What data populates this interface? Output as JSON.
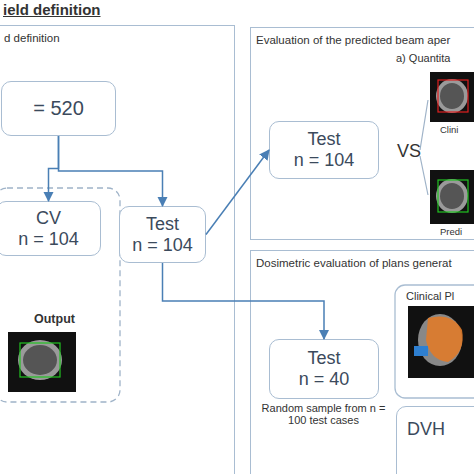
{
  "diagram": {
    "title": "ield definition",
    "nodes": [
      {
        "text": [
          "d definition"
        ]
      },
      {
        "text": [
          "= 520"
        ],
        "in": 0
      },
      {
        "text": [
          "CV",
          "n = 104"
        ],
        "in": 0
      },
      {
        "text": [
          "Test",
          "n = 104"
        ],
        "in": 0
      },
      {
        "text": [
          "Evaluation of the predicted beam aper"
        ]
      },
      {
        "text": [
          "Test",
          "n = 104"
        ],
        "in": 4
      },
      {
        "text": [
          "Dosimetric evaluation of plans generat"
        ]
      },
      {
        "text": [
          "Test",
          "n = 40"
        ],
        "in": 6
      },
      {
        "text": [
          "DVH"
        ],
        "in": 6
      }
    ],
    "edges": [
      {
        "from": 1,
        "to": 2,
        "arrow": "to"
      },
      {
        "from": 1,
        "to": 3,
        "arrow": "to"
      },
      {
        "from": 3,
        "to": 5,
        "arrow": "to"
      },
      {
        "from": 3,
        "to": 7,
        "arrow": "to"
      }
    ],
    "labels": [
      "Output",
      "a) Quantita",
      "VS",
      "Clini",
      "Predi",
      "Random sample from n = 100 test cases",
      "Clinical Pl"
    ]
  }
}
